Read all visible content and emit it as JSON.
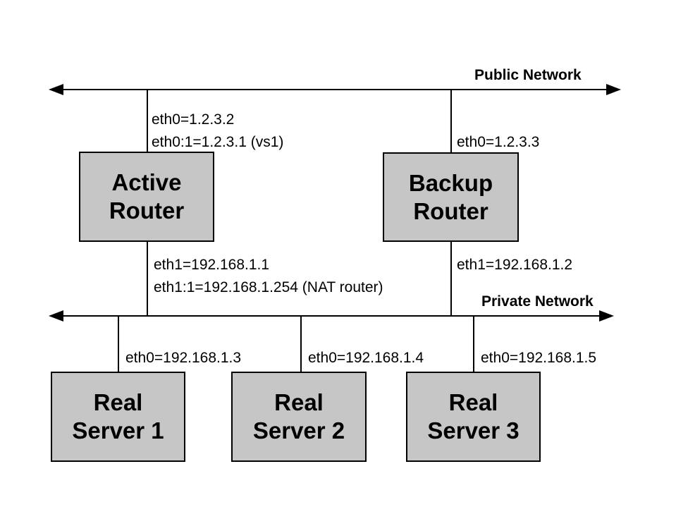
{
  "diagram": {
    "title_hidden": "",
    "public_network": {
      "label": "Public Network"
    },
    "private_network": {
      "label": "Private Network"
    },
    "nodes": {
      "active_router": {
        "label": "Active\nRouter"
      },
      "backup_router": {
        "label": "Backup\nRouter"
      },
      "real_server_1": {
        "label": "Real\nServer 1"
      },
      "real_server_2": {
        "label": "Real\nServer 2"
      },
      "real_server_3": {
        "label": "Real\nServer 3"
      }
    },
    "interfaces": {
      "active_router_eth0": "eth0=1.2.3.2",
      "active_router_eth0_alias": "eth0:1=1.2.3.1 (vs1)",
      "backup_router_eth0": "eth0=1.2.3.3",
      "active_router_eth1": "eth1=192.168.1.1",
      "active_router_eth1_alias": "eth1:1=192.168.1.254 (NAT router)",
      "backup_router_eth1": "eth1=192.168.1.2",
      "real_server_1_eth0": "eth0=192.168.1.3",
      "real_server_2_eth0": "eth0=192.168.1.4",
      "real_server_3_eth0": "eth0=192.168.1.5"
    },
    "colors": {
      "background": "#ffffff",
      "box_fill": "#c6c6c6",
      "box_border": "#000000",
      "line": "#000000",
      "text": "#000000"
    }
  }
}
